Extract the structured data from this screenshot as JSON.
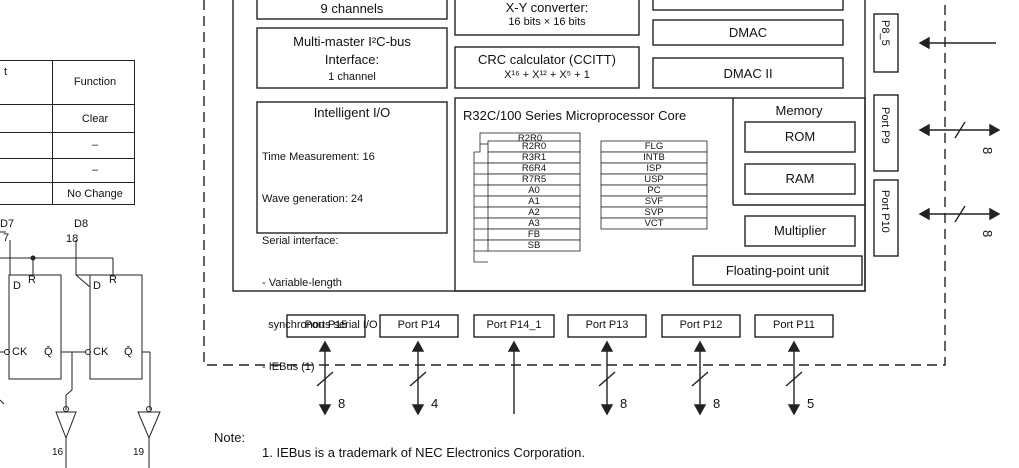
{
  "left_table": {
    "header_partial": "t",
    "header_function": "Function",
    "rows": [
      "Clear",
      "–",
      "–",
      "No Change"
    ]
  },
  "left_circuit": {
    "pin_d7_label": "D7",
    "pin_d8_label": "D8",
    "pin_7": "7",
    "pin_18": "18",
    "ff1": {
      "d": "D",
      "r": "R",
      "ck": "CK",
      "qbar": "Q̄"
    },
    "ff2": {
      "d": "D",
      "r": "R",
      "ck": "CK",
      "qbar": "Q̄"
    },
    "out_16": "16",
    "out_19": "19"
  },
  "blocks": {
    "top_channels": "9 channels",
    "xy_converter": "X-Y converter:",
    "xy_bits": "16 bits × 16 bits",
    "dmac": "DMAC",
    "dmac2": "DMAC II",
    "i2c_line1": "Multi-master I²C-bus",
    "i2c_line2": "Interface:",
    "i2c_line3": "1 channel",
    "crc_line1": "CRC calculator (CCITT)",
    "crc_line2": "X¹⁶ + X¹² + X⁵ + 1",
    "io_title": "Intelligent I/O",
    "io_lines": [
      "Time Measurement: 16",
      "Wave generation: 24",
      "Serial interface:",
      "- Variable-length",
      "  synchronous serial I/O",
      "- IEBus (1)"
    ],
    "core_title": "R32C/100 Series Microprocessor Core",
    "memory_title": "Memory",
    "rom": "ROM",
    "ram": "RAM",
    "multiplier": "Multiplier",
    "fpu": "Floating-point unit"
  },
  "registers": {
    "behind": "R2R0",
    "left": [
      "R2R0",
      "R3R1",
      "R6R4",
      "R7R5",
      "A0",
      "A1",
      "A2",
      "A3",
      "FB",
      "SB"
    ],
    "right": [
      "FLG",
      "INTB",
      "ISP",
      "USP",
      "PC",
      "SVF",
      "SVP",
      "VCT"
    ]
  },
  "side_ports": {
    "p8_5": "P8_5",
    "p9": "Port P9",
    "p10": "Port P10",
    "p9_bits": "8",
    "p10_bits": "8"
  },
  "bottom_ports": [
    {
      "label": "Port P15",
      "bits": "8"
    },
    {
      "label": "Port P14",
      "bits": "4"
    },
    {
      "label": "Port P14_1",
      "bits": ""
    },
    {
      "label": "Port P13",
      "bits": "8"
    },
    {
      "label": "Port P12",
      "bits": "8"
    },
    {
      "label": "Port P11",
      "bits": "5"
    }
  ],
  "note": {
    "label": "Note:",
    "text": "1. IEBus is a trademark of NEC Electronics Corporation."
  }
}
